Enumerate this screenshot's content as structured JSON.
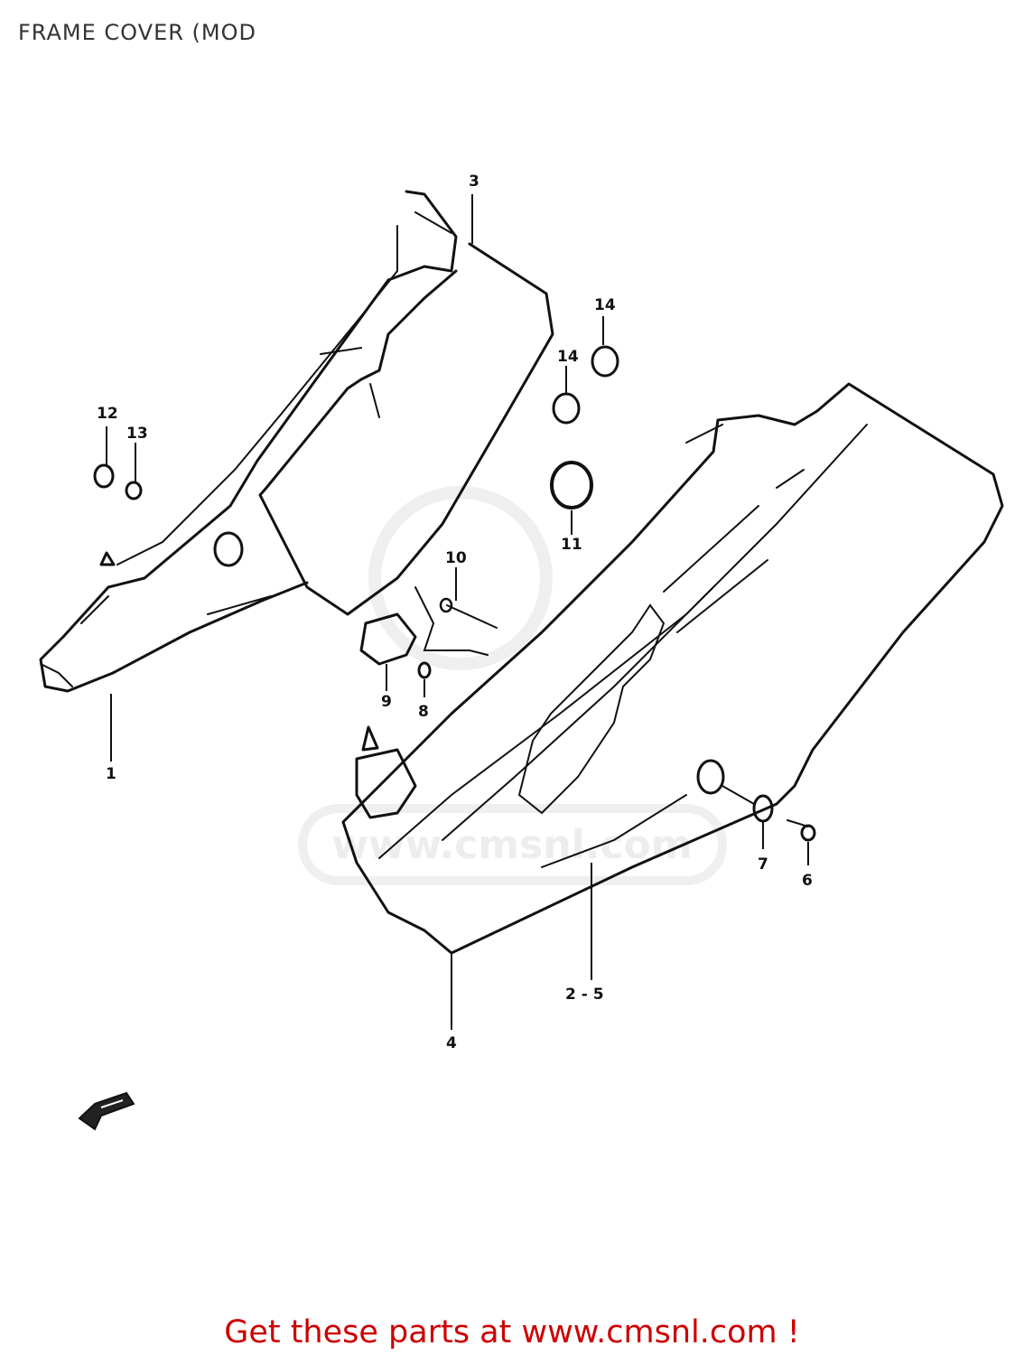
{
  "header": {
    "title": "FRAME COVER (MOD"
  },
  "watermark": {
    "text": "www.cmsnl.com",
    "color": "#dddddd"
  },
  "diagram": {
    "callouts": [
      {
        "id": "c1",
        "label": "1"
      },
      {
        "id": "c2",
        "label": "2 - 5"
      },
      {
        "id": "c3",
        "label": "3"
      },
      {
        "id": "c4",
        "label": "4"
      },
      {
        "id": "c6",
        "label": "6"
      },
      {
        "id": "c7",
        "label": "7"
      },
      {
        "id": "c8",
        "label": "8"
      },
      {
        "id": "c9",
        "label": "9"
      },
      {
        "id": "c10",
        "label": "10"
      },
      {
        "id": "c11",
        "label": "11"
      },
      {
        "id": "c12",
        "label": "12"
      },
      {
        "id": "c13",
        "label": "13"
      },
      {
        "id": "c14a",
        "label": "14"
      },
      {
        "id": "c14b",
        "label": "14"
      }
    ],
    "fwd_arrow_icon": "fwd-arrow-icon"
  },
  "footer": {
    "link_text": "Get these parts at www.cmsnl.com !",
    "color": "#cc0000"
  }
}
